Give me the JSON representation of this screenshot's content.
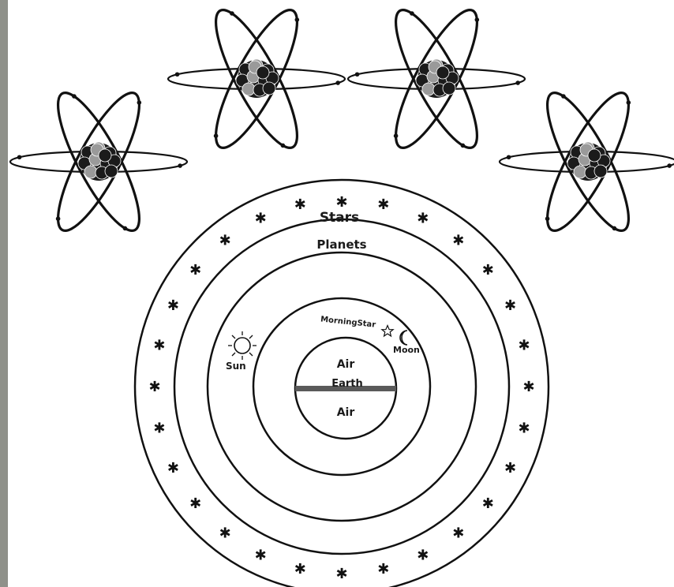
{
  "colors": {
    "frame": "#8f918a",
    "paper": "#ffffff",
    "ink": "#111111",
    "nucleus_dark": "#1b1b1b",
    "nucleus_gray": "#9a9a9a"
  },
  "atoms": [
    {
      "name": "atom-1"
    },
    {
      "name": "atom-2"
    },
    {
      "name": "atom-3"
    },
    {
      "name": "atom-4"
    }
  ],
  "cosmos": {
    "labels": {
      "stars": "Stars",
      "planets": "Planets",
      "morning_star": "MorningStar",
      "moon": "Moon",
      "sun": "Sun",
      "air_top": "Air",
      "earth": "Earth",
      "air_bottom": "Air"
    },
    "icons": {
      "star": "asterisk-star-icon",
      "sun": "sun-icon",
      "moon": "crescent-moon-icon",
      "morning_star": "five-point-star-icon"
    }
  }
}
